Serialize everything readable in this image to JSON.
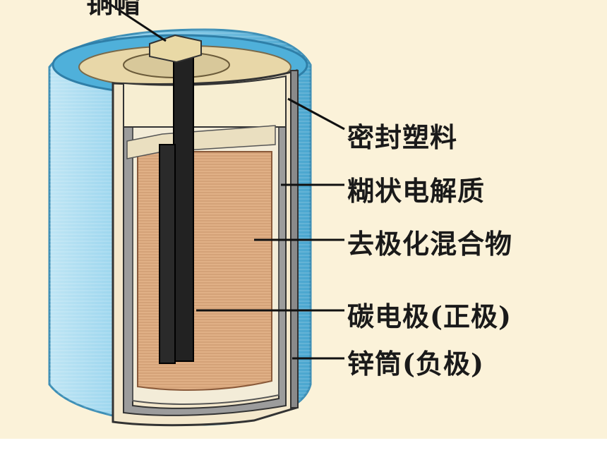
{
  "labels": {
    "top_cap": "铜帽",
    "sealing_plastic": "密封塑料",
    "paste_electrolyte": "糊状电解质",
    "depolarizer_mixture": "去极化混合物",
    "carbon_rod": "碳电极(正极)",
    "zinc_can": "锌筒(负极)"
  },
  "colors": {
    "background": "#fbf2d9",
    "shell_blue": "#5bb8dc",
    "mixture_tan": "#dfae82",
    "carbon_rod": "#222222",
    "zinc_gray": "#a9a9a9"
  }
}
